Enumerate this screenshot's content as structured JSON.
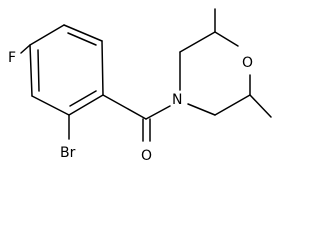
{
  "molecule": {
    "atoms": {
      "fluorine": "F",
      "bromine": "Br",
      "oxygen_carbonyl": "O",
      "nitrogen": "N",
      "oxygen_ring": "O"
    }
  }
}
